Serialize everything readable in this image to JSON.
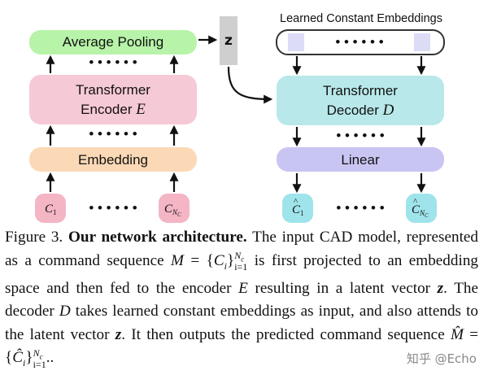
{
  "diagram": {
    "enc_pool": "Average Pooling",
    "enc_transformer_l1": "Transformer",
    "enc_transformer_l2": "Encoder",
    "enc_transformer_sym": "E",
    "enc_embedding": "Embedding",
    "latent": "z",
    "learned_label": "Learned Constant Embeddings",
    "dec_transformer_l1": "Transformer",
    "dec_transformer_l2": "Decoder",
    "dec_transformer_sym": "D",
    "dec_linear": "Linear",
    "dots": "• • • • • •",
    "in_c1_base": "C",
    "in_c1_sub": "1",
    "in_cn_base": "C",
    "in_cn_sub": "N",
    "in_cn_subsub": "C",
    "out_c1_base": "C",
    "out_c1_sub": "1",
    "out_cn_base": "C",
    "out_cn_sub": "N",
    "out_cn_subsub": "C",
    "hat": "^"
  },
  "caption": {
    "fig_label": "Figure 3.",
    "title": "Our network architecture.",
    "t1": "The input CAD model, represented as a command sequence",
    "m1_lhs": "M",
    "m1_eq": " = {",
    "m1_ci": "C",
    "m1_i": "i",
    "m1_close": "}",
    "m1_sup": "N",
    "m1_supsub": "c",
    "m1_sub": "i=1",
    "t2": "is first projected to an embedding space and then fed to the encoder",
    "enc_sym": "E",
    "t3": "resulting in a latent vector",
    "z1": "z",
    "t4": ". The decoder",
    "dec_sym": "D",
    "t5": "takes learned constant embeddings as input, and also attends to the latent vector",
    "z2": "z",
    "t6": ". It then outputs the predicted command sequence",
    "m2_lhs": "M̂",
    "m2_eq": " = {",
    "m2_ci": "Ĉ",
    "m2_i": "i",
    "m2_close": "}",
    "m2_sup": "N",
    "m2_supsub": "c",
    "m2_sub": "i=1",
    "t7": ".."
  },
  "watermark": "知乎 @Echo",
  "colors": {
    "pool": "#b7f3a8",
    "transformer_enc": "#f6c9d6",
    "embedding": "#fcd9b6",
    "input_token": "#f4b5c5",
    "latent_box": "#cfcfcf",
    "transformer_dec": "#b8e8ea",
    "linear": "#c9c5f3",
    "output_token": "#9fe4ea",
    "learned_slot": "#dcdcf6"
  }
}
